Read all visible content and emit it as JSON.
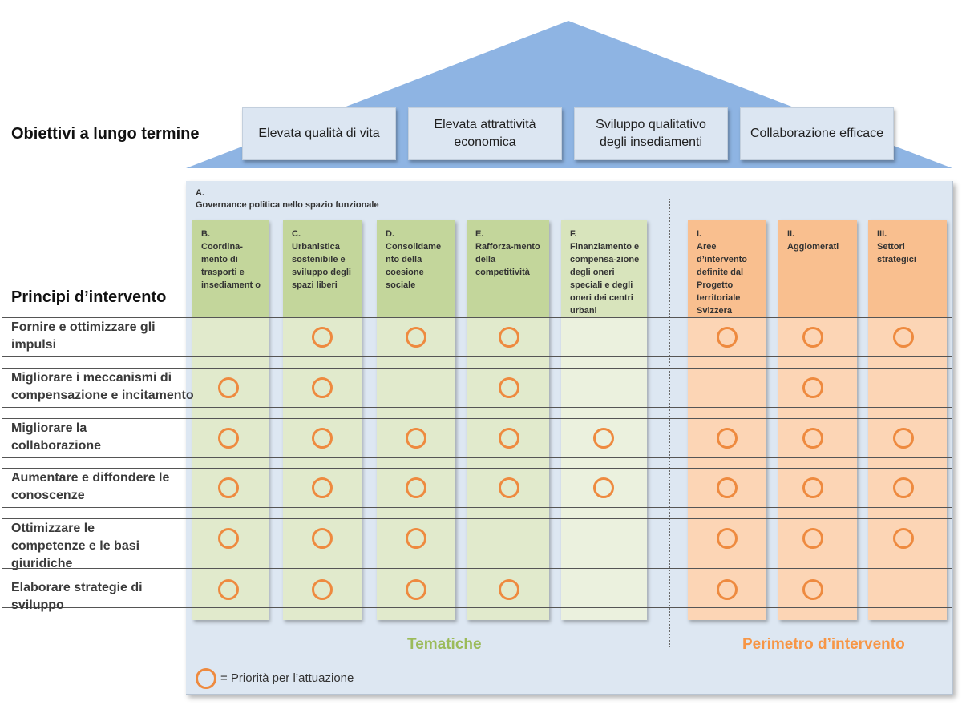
{
  "colors": {
    "roof": "#8eb4e3",
    "house_body": "#dde7f2",
    "objective_box": "#dce6f2",
    "theme_header": "#c3d69b",
    "theme_body": "#e1eacc",
    "perimeter_header": "#f9bf8f",
    "perimeter_body": "#fcd5b5",
    "marker": "#ee8a3f",
    "tematiche_label": "#9bbb59",
    "perimetro_label": "#f79646"
  },
  "objectives": {
    "title": "Obiettivi a lungo termine",
    "items": [
      "Elevata qualità di vita",
      "Elevata attrattività economica",
      "Sviluppo qualitativo degli insediamenti",
      "Collaborazione efficace"
    ]
  },
  "governance": {
    "letter": "A.",
    "label": "Governance politica nello spazio funzionale"
  },
  "columns": [
    {
      "letter": "B.",
      "label": "Coordina-mento di trasporti e insediament o",
      "group": "tematiche"
    },
    {
      "letter": "C.",
      "label": "Urbanistica sostenibile e sviluppo degli spazi liberi",
      "group": "tematiche"
    },
    {
      "letter": "D.",
      "label": "Consolidame nto della coesione sociale",
      "group": "tematiche"
    },
    {
      "letter": "E.",
      "label": "Rafforza-mento della competitività",
      "group": "tematiche"
    },
    {
      "letter": "F.",
      "label": "Finanziamento e compensa-zione degli oneri speciali e degli oneri dei centri urbani",
      "group": "tematiche"
    },
    {
      "letter": "I.",
      "label": "Aree d’intervento definite dal Progetto territoriale Svizzera",
      "group": "perimetro"
    },
    {
      "letter": "II.",
      "label": "Agglomerati",
      "group": "perimetro"
    },
    {
      "letter": "III.",
      "label": "Settori strategici",
      "group": "perimetro"
    }
  ],
  "principles": {
    "title": "Principi d’intervento",
    "rows": [
      {
        "label": "Fornire e ottimizzare gli impulsi",
        "priorities": [
          false,
          true,
          true,
          true,
          false,
          true,
          true,
          true
        ]
      },
      {
        "label": "Migliorare i meccanismi di compensazione e incitamento",
        "priorities": [
          true,
          true,
          false,
          true,
          false,
          false,
          true,
          false
        ]
      },
      {
        "label": "Migliorare la collaborazione",
        "priorities": [
          true,
          true,
          true,
          true,
          true,
          true,
          true,
          true
        ]
      },
      {
        "label": "Aumentare e diffondere le conoscenze",
        "priorities": [
          true,
          true,
          true,
          true,
          true,
          true,
          true,
          true
        ]
      },
      {
        "label": "Ottimizzare le competenze e le basi giuridiche",
        "priorities": [
          true,
          true,
          true,
          false,
          false,
          true,
          true,
          true
        ]
      },
      {
        "label": "Elaborare strategie di sviluppo",
        "priorities": [
          true,
          true,
          true,
          true,
          false,
          true,
          true,
          false
        ]
      }
    ]
  },
  "sections": {
    "tematiche": "Tematiche",
    "perimetro": "Perimetro d’intervento"
  },
  "legend": {
    "text": "= Priorità per l’attuazione"
  }
}
